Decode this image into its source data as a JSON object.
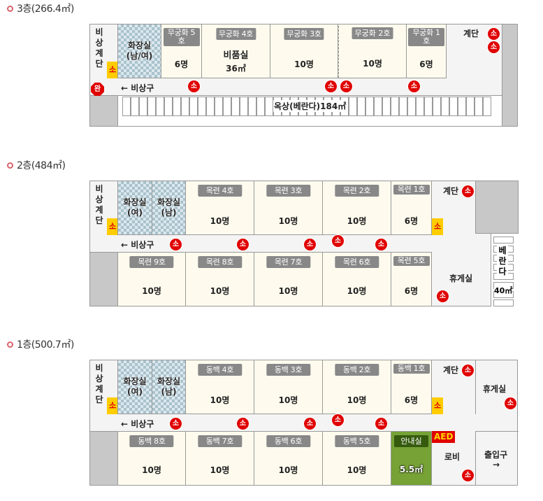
{
  "floors": {
    "f3": {
      "title": "3층(266.4㎡)",
      "emergency_stair": "비상계단",
      "restroom": "화장실\n(남/여)",
      "exit_label": "← 비상구",
      "stairs_label": "계단",
      "rooftop_label": "옥상(베란다)184㎡",
      "extinguisher_box": "소",
      "extinguisher": "소",
      "hydrant": "완",
      "rooms": [
        {
          "name": "무궁화 5호",
          "capacity": "6명"
        },
        {
          "name": "무궁화 4호",
          "sub": "비품실",
          "area": "36㎡"
        },
        {
          "name": "무궁화 3호",
          "capacity": "10명"
        },
        {
          "name": "무궁화 2호",
          "capacity": "10명"
        },
        {
          "name": "무궁화 1호",
          "capacity": "6명"
        }
      ]
    },
    "f2": {
      "title": "2층(484㎡)",
      "emergency_stair": "비상계단",
      "restroom_f": "화장실\n(여)",
      "restroom_m": "화장실\n(남)",
      "exit_label": "← 비상구",
      "stairs_label": "계단",
      "lounge_label": "휴게실",
      "veranda_label": "베란다",
      "veranda_area": "40㎡",
      "extinguisher_box": "소",
      "extinguisher": "소",
      "top_rooms": [
        {
          "name": "목련 4호",
          "capacity": "10명"
        },
        {
          "name": "목련 3호",
          "capacity": "10명"
        },
        {
          "name": "목련 2호",
          "capacity": "10명"
        },
        {
          "name": "목련 1호",
          "capacity": "6명"
        }
      ],
      "bottom_rooms": [
        {
          "name": "목련 9호",
          "capacity": "10명"
        },
        {
          "name": "목련 8호",
          "capacity": "10명"
        },
        {
          "name": "목련 7호",
          "capacity": "10명"
        },
        {
          "name": "목련 6호",
          "capacity": "10명"
        },
        {
          "name": "목련 5호",
          "capacity": "6명"
        }
      ]
    },
    "f1": {
      "title": "1층(500.7㎡)",
      "emergency_stair": "비상계단",
      "restroom_f": "화장실\n(여)",
      "restroom_m": "화장실\n(남)",
      "exit_label": "← 비상구",
      "stairs_label": "계단",
      "lounge_label": "휴게실",
      "lobby_label": "로비",
      "entrance_label": "출입구",
      "entrance_arrow": "→",
      "aed_label": "AED",
      "extinguisher_box": "소",
      "extinguisher": "소",
      "info_room": {
        "name": "안내실",
        "area": "5.5㎡"
      },
      "top_rooms": [
        {
          "name": "동백 4호",
          "capacity": "10명"
        },
        {
          "name": "동백 3호",
          "capacity": "10명"
        },
        {
          "name": "동백 2호",
          "capacity": "10명"
        },
        {
          "name": "동백 1호",
          "capacity": "6명"
        }
      ],
      "bottom_rooms": [
        {
          "name": "동백 8호",
          "capacity": "10명"
        },
        {
          "name": "동백 7호",
          "capacity": "10명"
        },
        {
          "name": "동백 6호",
          "capacity": "10명"
        },
        {
          "name": "동백 5호",
          "capacity": "10명"
        }
      ]
    }
  },
  "colors": {
    "room_fill": "#fefbee",
    "tag_gray": "#888888",
    "fire_red": "#e00000",
    "fire_box_yellow": "#ffcc00",
    "info_green": "#76a236",
    "title_bullet": "#d9636b"
  }
}
